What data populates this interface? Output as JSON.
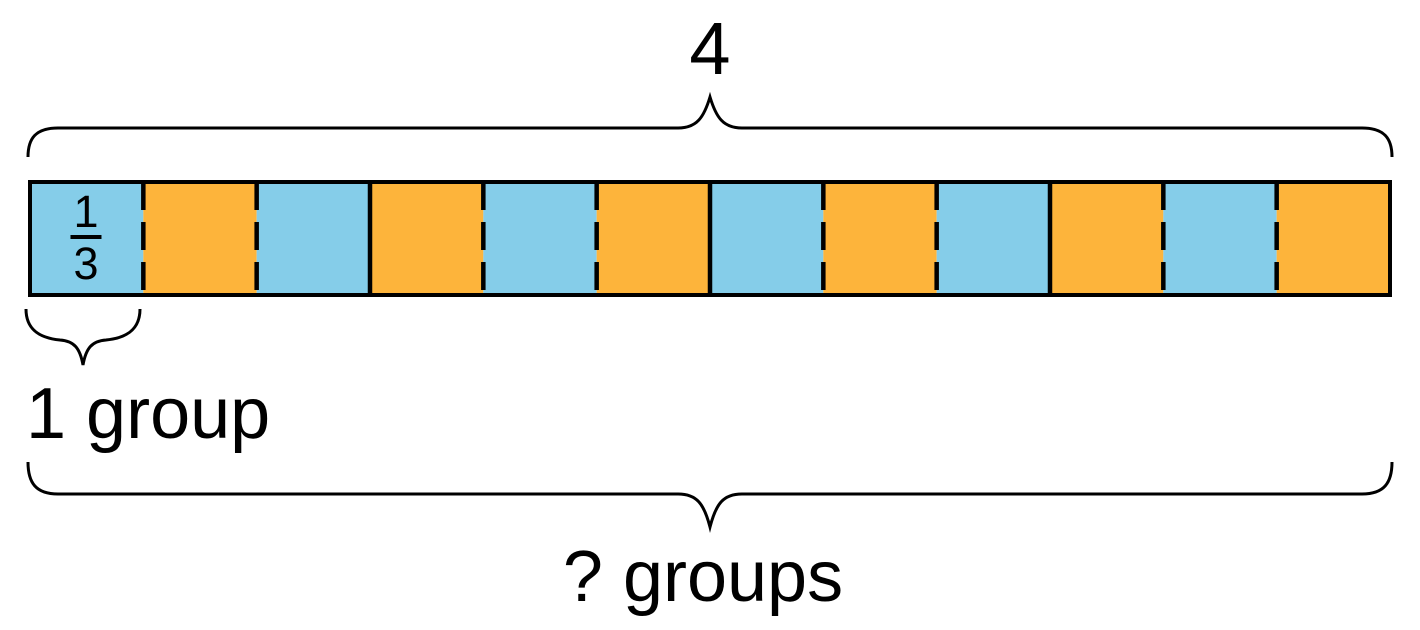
{
  "figure": {
    "title_semantics": "tape diagram: how many 1/3 groups are in 4",
    "total_label": "4",
    "unit_fraction": {
      "numerator": "1",
      "denominator": "3"
    },
    "one_group_label": "1 group",
    "question_label": "? groups",
    "cells": [
      "blue",
      "orange",
      "blue",
      "orange",
      "blue",
      "orange",
      "blue",
      "orange",
      "blue",
      "orange",
      "blue",
      "orange"
    ],
    "dividers": [
      "dashed",
      "dashed",
      "solid",
      "dashed",
      "dashed",
      "solid",
      "dashed",
      "dashed",
      "solid",
      "dashed",
      "dashed"
    ],
    "colors": {
      "blue": "#85CDE9",
      "orange": "#FDB43B",
      "stroke": "#000000",
      "background": "#FFFFFF"
    }
  }
}
